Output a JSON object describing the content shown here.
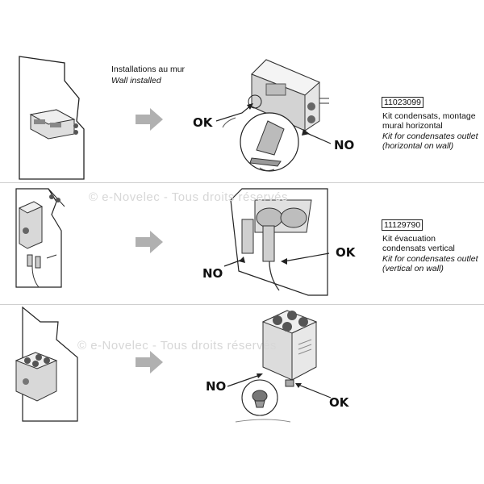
{
  "rows": [
    {
      "title_fr": "Installations au mur",
      "title_en": "Wall installed",
      "ref": "11023099",
      "desc_fr_1": "Kit condensats, montage",
      "desc_fr_2": "mural horizontal",
      "desc_en_1": "Kit for condensates outlet",
      "desc_en_2": "(horizontal on wall)",
      "ok": "OK",
      "no": "NO"
    },
    {
      "ref": "11129790",
      "desc_fr_1": "Kit évacuation",
      "desc_fr_2": "condensats vertical",
      "desc_en_1": "Kit for condensates outlet",
      "desc_en_2": "(vertical on wall)",
      "ok": "OK",
      "no": "NO"
    },
    {
      "ok": "OK",
      "no": "NO"
    }
  ],
  "watermark": "© e-Novelec - Tous droits réservés",
  "colors": {
    "arrow": "#b0b0b0",
    "line": "#222222",
    "unit": "#dcdcdc",
    "divider": "#cfcfcf"
  }
}
